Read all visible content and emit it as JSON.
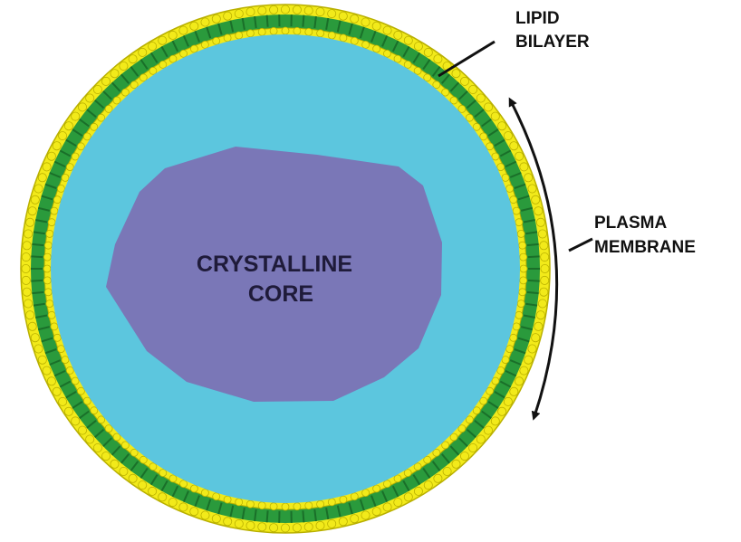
{
  "labels": {
    "core_line1": "CRYSTALLINE",
    "core_line2": "CORE",
    "lipid_line1": "LIPID",
    "lipid_line2": "BILAYER",
    "plasma_line1": "PLASMA",
    "plasma_line2": "MEMBRANE"
  },
  "colors": {
    "lipid_head": "#f2ea1a",
    "lipid_head_edge": "#b9b000",
    "lipid_tail": "#2a9a3c",
    "lipid_tail_dark": "#1a6f29",
    "interior": "#5cc6de",
    "core": "#7a77b7",
    "arrow": "#111111",
    "background": "#ffffff"
  }
}
